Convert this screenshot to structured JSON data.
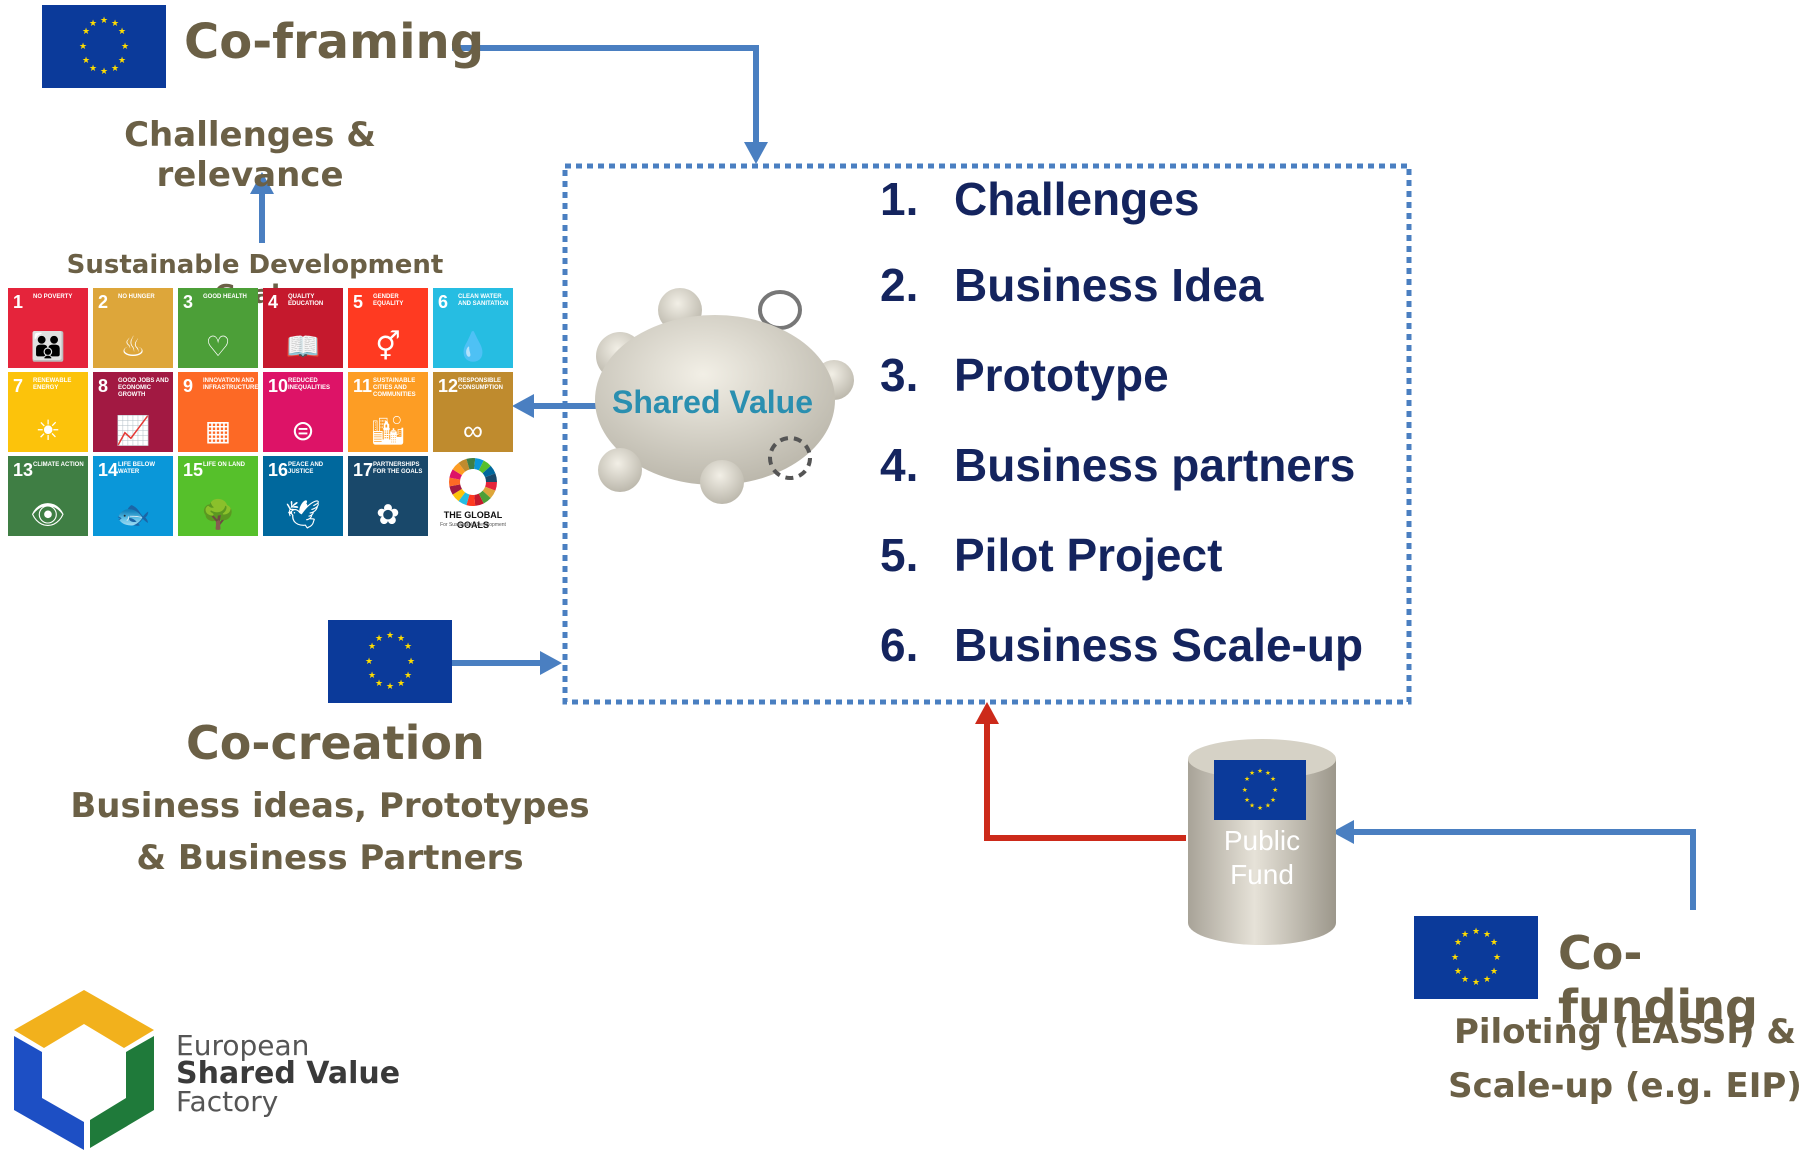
{
  "co_framing": {
    "title": "Co-framing",
    "subtitle": "Challenges & relevance"
  },
  "sdg": {
    "header": "Sustainable Development Goals",
    "tiles": [
      {
        "num": "1",
        "name": "No poverty",
        "color": "#e5243b",
        "icon": "family-icon",
        "glyph": "👪"
      },
      {
        "num": "2",
        "name": "No hunger",
        "color": "#dda63a",
        "icon": "bowl-icon",
        "glyph": "♨"
      },
      {
        "num": "3",
        "name": "Good health",
        "color": "#4c9f38",
        "icon": "heartbeat-icon",
        "glyph": "♡"
      },
      {
        "num": "4",
        "name": "Quality education",
        "color": "#c5192d",
        "icon": "book-icon",
        "glyph": "📖"
      },
      {
        "num": "5",
        "name": "Gender equality",
        "color": "#ff3a21",
        "icon": "gender-icon",
        "glyph": "⚥"
      },
      {
        "num": "6",
        "name": "Clean water and sanitation",
        "color": "#26bde2",
        "icon": "water-drop-icon",
        "glyph": "💧"
      },
      {
        "num": "7",
        "name": "Renewable energy",
        "color": "#fcc30b",
        "icon": "sun-icon",
        "glyph": "☀"
      },
      {
        "num": "8",
        "name": "Good jobs and economic growth",
        "color": "#a21942",
        "icon": "growth-chart-icon",
        "glyph": "📈"
      },
      {
        "num": "9",
        "name": "Innovation and infrastructure",
        "color": "#fd6925",
        "icon": "cubes-icon",
        "glyph": "▦"
      },
      {
        "num": "10",
        "name": "Reduced inequalities",
        "color": "#dd1367",
        "icon": "equal-icon",
        "glyph": "⊜"
      },
      {
        "num": "11",
        "name": "Sustainable cities and communities",
        "color": "#fd9d24",
        "icon": "city-icon",
        "glyph": "🏙"
      },
      {
        "num": "12",
        "name": "Responsible consumption",
        "color": "#bf8b2e",
        "icon": "infinity-icon",
        "glyph": "∞"
      },
      {
        "num": "13",
        "name": "Climate action",
        "color": "#3f7e44",
        "icon": "eye-icon",
        "glyph": "👁"
      },
      {
        "num": "14",
        "name": "Life below water",
        "color": "#0a97d9",
        "icon": "fish-icon",
        "glyph": "🐟"
      },
      {
        "num": "15",
        "name": "Life on land",
        "color": "#56c02b",
        "icon": "tree-icon",
        "glyph": "🌳"
      },
      {
        "num": "16",
        "name": "Peace and justice",
        "color": "#00689d",
        "icon": "dove-icon",
        "glyph": "🕊"
      },
      {
        "num": "17",
        "name": "Partnerships for the goals",
        "color": "#19486a",
        "icon": "flower-icon",
        "glyph": "✿"
      }
    ],
    "global_goals_text": "THE GLOBAL GOALS",
    "global_goals_sub": "For Sustainable Development"
  },
  "shared_value": {
    "label": "Shared Value"
  },
  "steps": [
    {
      "num": "1.",
      "label": "Challenges"
    },
    {
      "num": "2.",
      "label": "Business Idea"
    },
    {
      "num": "3.",
      "label": "Prototype"
    },
    {
      "num": "4.",
      "label": "Business partners"
    },
    {
      "num": "5.",
      "label": "Pilot Project"
    },
    {
      "num": "6.",
      "label": "Business Scale-up"
    }
  ],
  "co_creation": {
    "title": "Co-creation",
    "subtitle_line1": "Business ideas, Prototypes",
    "subtitle_line2": "& Business Partners"
  },
  "public_fund": {
    "line1": "Public",
    "line2": "Fund"
  },
  "co_funding": {
    "title": "Co-funding",
    "subtitle_line1": "Piloting (EASSI) &",
    "subtitle_line2": "Scale-up (e.g. EIP)"
  },
  "logo": {
    "line1": "European",
    "line2": "Shared Value",
    "line3": "Factory"
  },
  "colors": {
    "heading": "#6b6046",
    "steps": "#14245e",
    "arrow_blue": "#4a7fc1",
    "arrow_red": "#cc2a1a",
    "eu_blue": "#0b3a9a",
    "eu_star": "#ffdd00",
    "shared_value_text": "#2a8fb0"
  }
}
